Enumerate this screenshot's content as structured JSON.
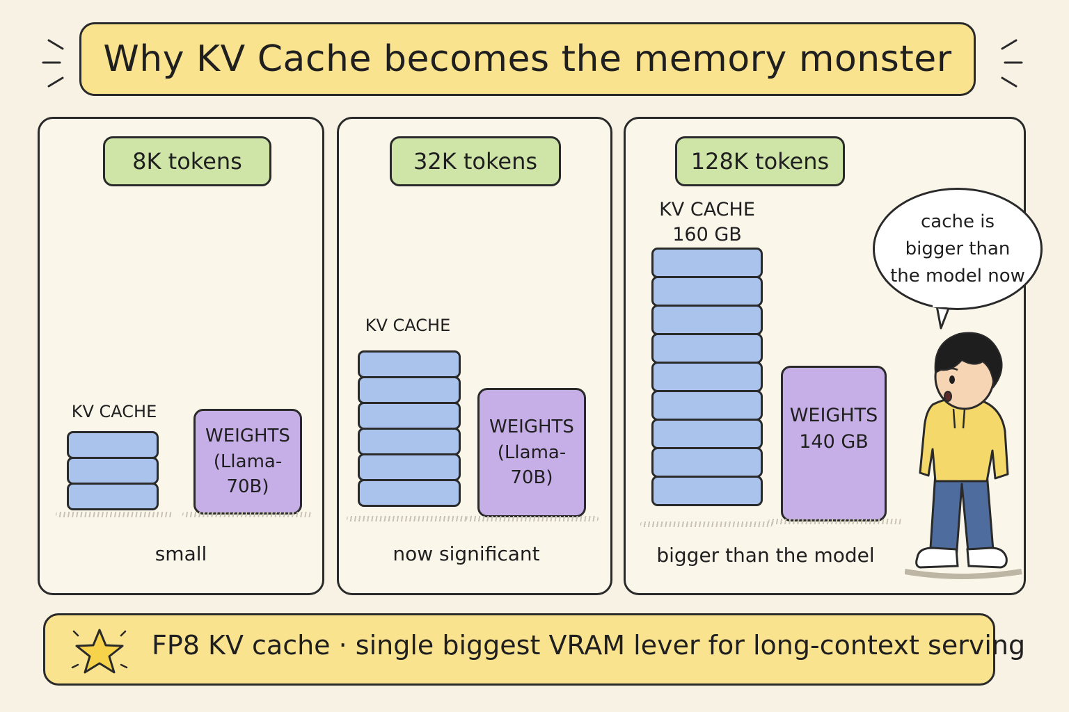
{
  "title": "Why KV Cache becomes the memory monster",
  "panels": [
    {
      "tokens": "8K tokens",
      "kv_label": "KV CACHE",
      "kv_blocks": 3,
      "weights_line1": "WEIGHTS",
      "weights_line2": "(Llama-70B)",
      "caption": "small"
    },
    {
      "tokens": "32K tokens",
      "kv_label": "KV CACHE",
      "kv_blocks": 6,
      "weights_line1": "WEIGHTS",
      "weights_line2": "(Llama-70B)",
      "caption": "now significant"
    },
    {
      "tokens": "128K tokens",
      "kv_label_line1": "KV CACHE",
      "kv_label_line2": "160 GB",
      "kv_blocks": 9,
      "weights_line1": "WEIGHTS",
      "weights_line2": "140 GB",
      "caption": "bigger than the model"
    }
  ],
  "speech_bubble": {
    "line1": "cache is",
    "line2": "bigger than",
    "line3": "the model now"
  },
  "footer": "FP8 KV cache · single biggest VRAM lever for long-context serving",
  "colors": {
    "title_bg": "#fae38f",
    "tag_bg": "#cfe5a8",
    "kv_cache": "#a9c3ec",
    "weights": "#c6aee6",
    "background": "#f7f2e4"
  },
  "icons": [
    "star-icon",
    "character-illustration"
  ]
}
